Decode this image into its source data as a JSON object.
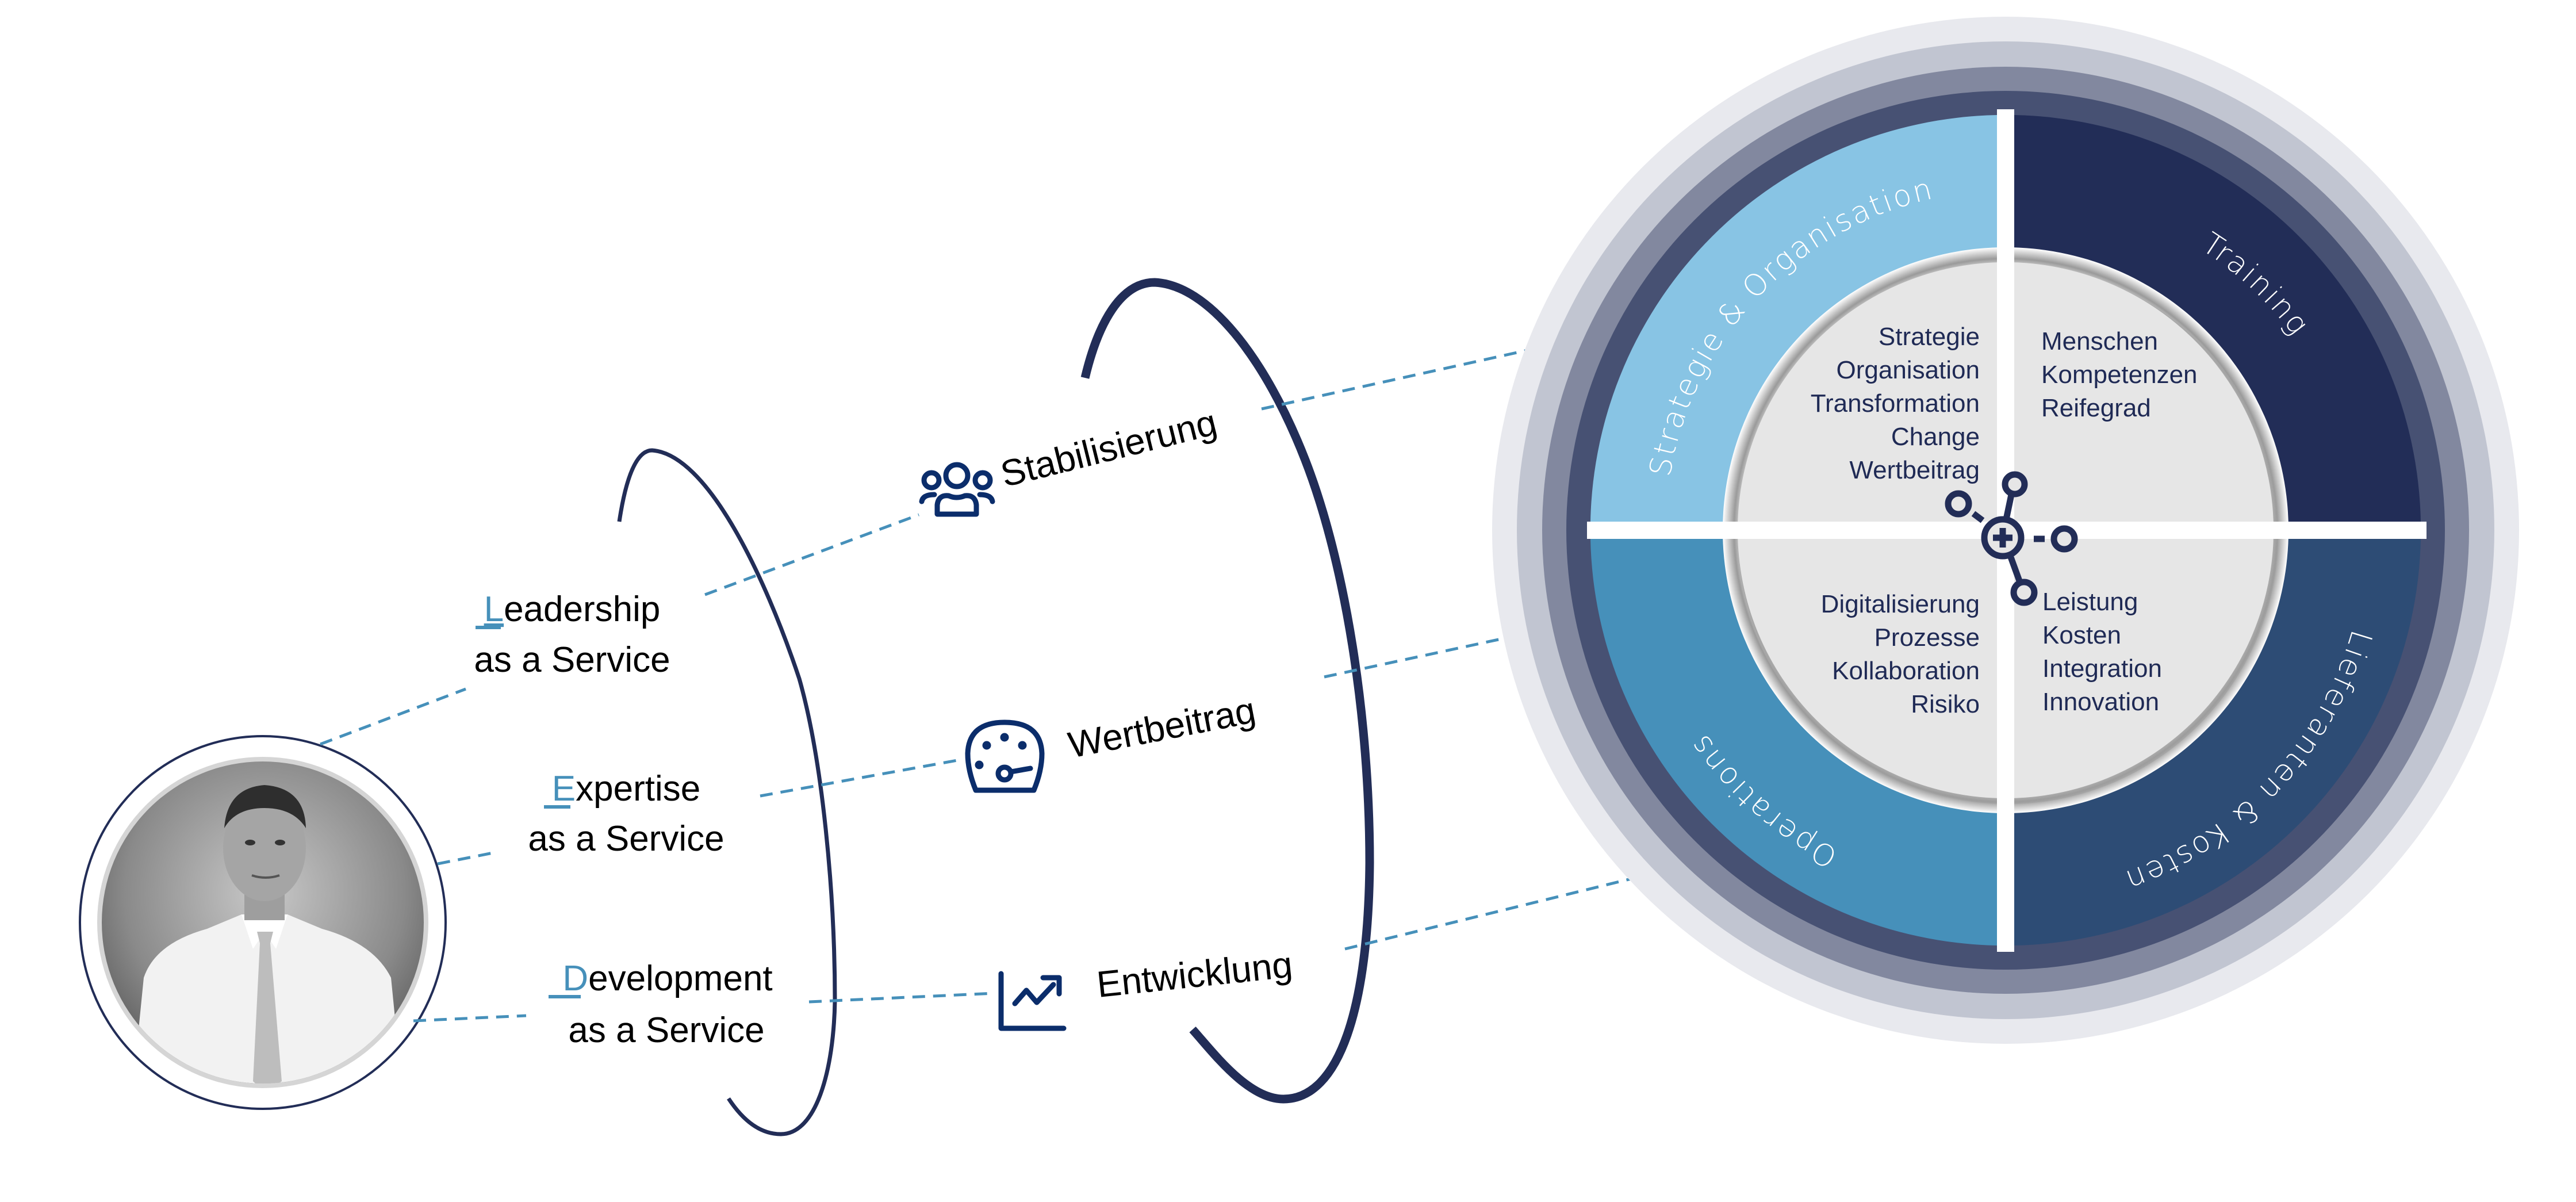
{
  "colors": {
    "accent": "#4690BA",
    "navy": "#222D57",
    "icon": "#0B2D6B",
    "inner_text": "#1F2A55",
    "ring_1": "#E8E9EE",
    "ring_2": "#C1C5D1",
    "ring_3": "#82889F",
    "ring_4": "#475173",
    "quadrant_strategie": "#88C4E4",
    "quadrant_training": "#222D57",
    "quadrant_operations": "#4690BA",
    "quadrant_lieferanten": "#2D4C75",
    "center_disk": "#E6E6E6"
  },
  "portrait": {
    "alt": "Portrait photo of consultant in white shirt and tie (black and white)"
  },
  "services": [
    {
      "initial": "L",
      "rest": "eadership",
      "line2": "as a Service"
    },
    {
      "initial": "E",
      "rest": "xpertise",
      "line2": "as a Service"
    },
    {
      "initial": "D",
      "rest": "evelopment",
      "line2": "as a Service"
    }
  ],
  "pillars": [
    {
      "label": "Stabilisierung",
      "icon": "people-group-icon"
    },
    {
      "label": "Wertbeitrag",
      "icon": "gauge-icon"
    },
    {
      "label": "Entwicklung",
      "icon": "trend-chart-icon"
    }
  ],
  "wheel": {
    "quadrants": [
      {
        "label": "Strategie & Organisation",
        "items": [
          "Strategie",
          "Organisation",
          "Transformation",
          "Change",
          "Wertbeitrag"
        ]
      },
      {
        "label": "Training",
        "items": [
          "Menschen",
          "Kompetenzen",
          "Reifegrad"
        ]
      },
      {
        "label": "Operations",
        "items": [
          "Digitalisierung",
          "Prozesse",
          "Kollaboration",
          "Risiko"
        ]
      },
      {
        "label": "Lieferanten & Kosten",
        "items": [
          "Leistung",
          "Kosten",
          "Integration",
          "Innovation"
        ]
      }
    ],
    "hub_icon": "network-hub-icon"
  }
}
